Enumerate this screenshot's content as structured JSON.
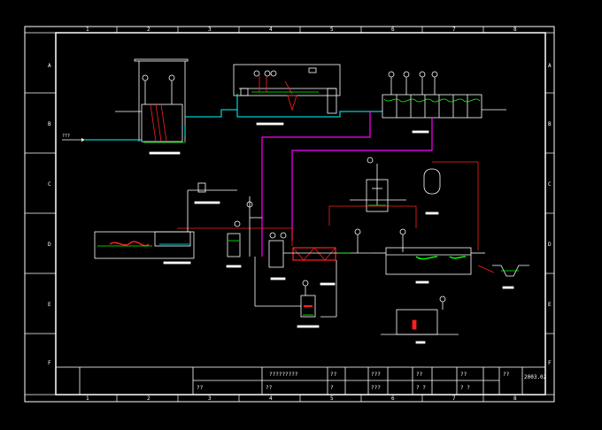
{
  "drawing": {
    "col_labels": [
      "1",
      "2",
      "3",
      "4",
      "5",
      "6",
      "7",
      "8"
    ],
    "row_labels": [
      "A",
      "B",
      "C",
      "D",
      "E",
      "F"
    ],
    "inlet_label": "???",
    "title_block": {
      "title": "?????????",
      "date": "2003.02",
      "cells": [
        "??",
        "??",
        "???",
        "???",
        "??",
        "?",
        "? ?",
        "? ?",
        "??",
        "??",
        "??",
        "??"
      ]
    },
    "colors": {
      "frame": "#ffffff",
      "water": "#00ffff",
      "sludge": "#ff00ff",
      "air": "#ff0000",
      "media": "#00ff00",
      "equipment": "#ff2020"
    }
  }
}
